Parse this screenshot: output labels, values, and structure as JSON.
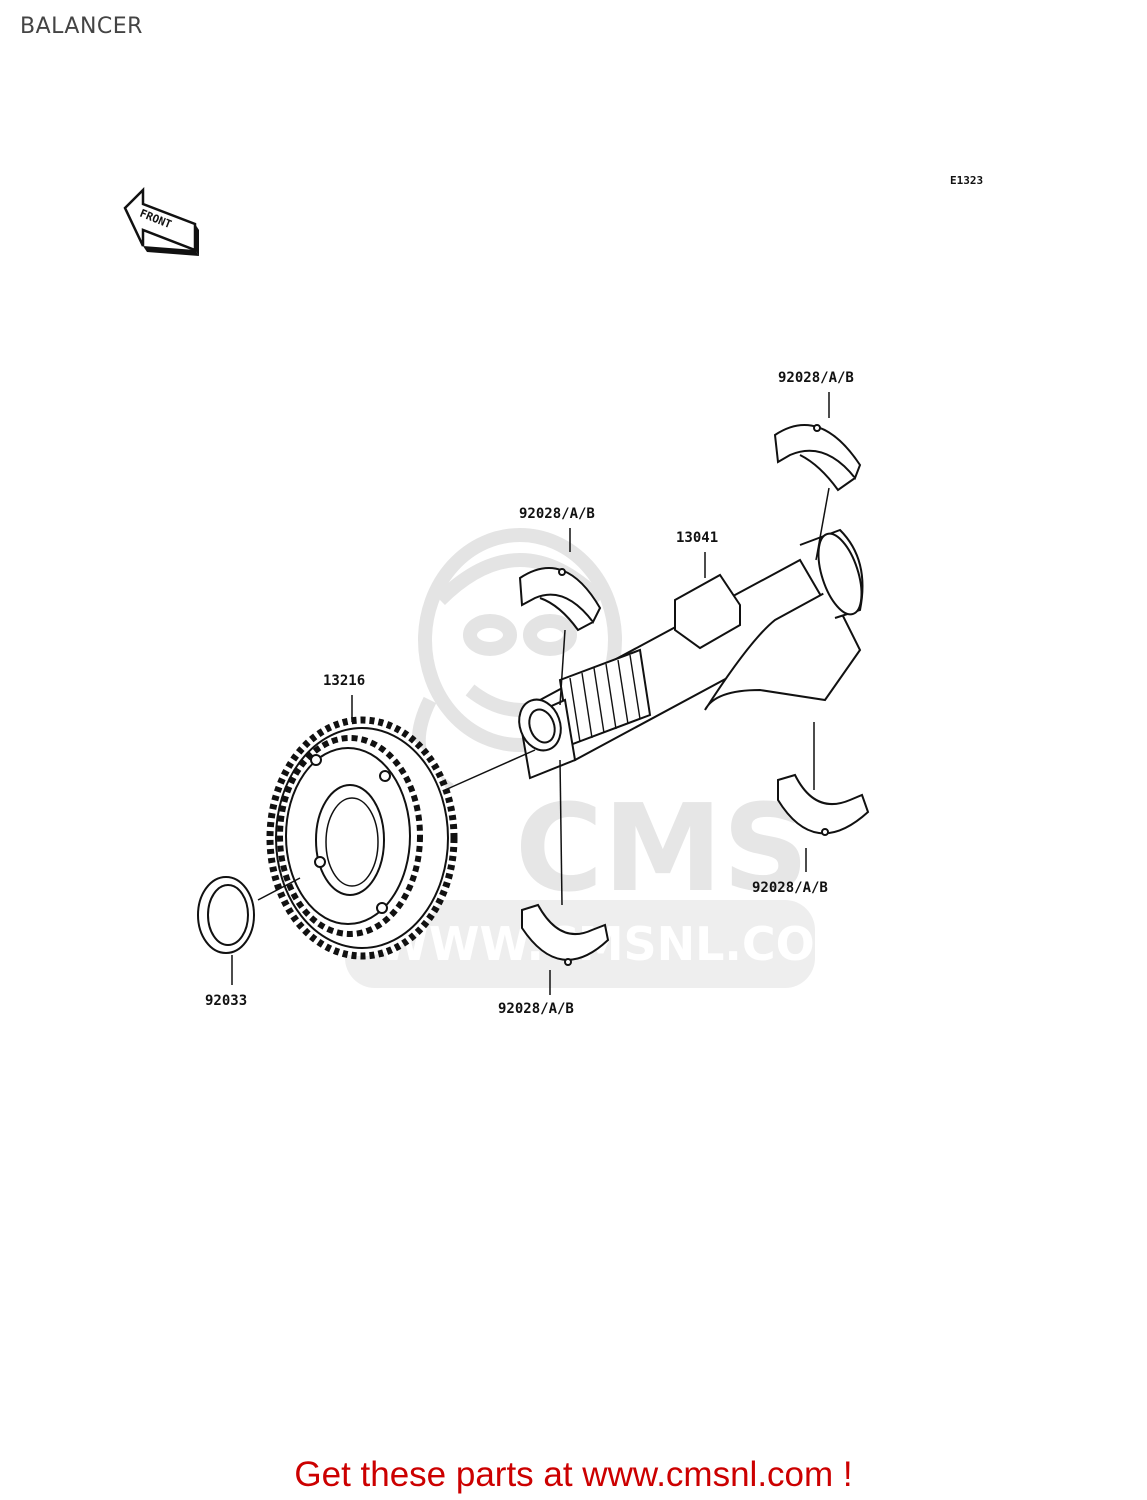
{
  "page": {
    "title": "BALANCER"
  },
  "diagram": {
    "figure_code": "E1323",
    "direction_marker": "FRONT",
    "watermark": {
      "logo_text": "CMS",
      "url_text": "WWW.CMSNL.COM"
    },
    "callouts": {
      "bearing_top_right": "92028/A/B",
      "bearing_top_middle": "92028/A/B",
      "balancer_shaft": "13041",
      "balancer_gear": "13216",
      "bearing_bottom_right": "92028/A/B",
      "circlip": "92033",
      "bearing_bottom_middle": "92028/A/B"
    }
  },
  "footer": {
    "text": "Get these parts at www.cmsnl.com !"
  }
}
